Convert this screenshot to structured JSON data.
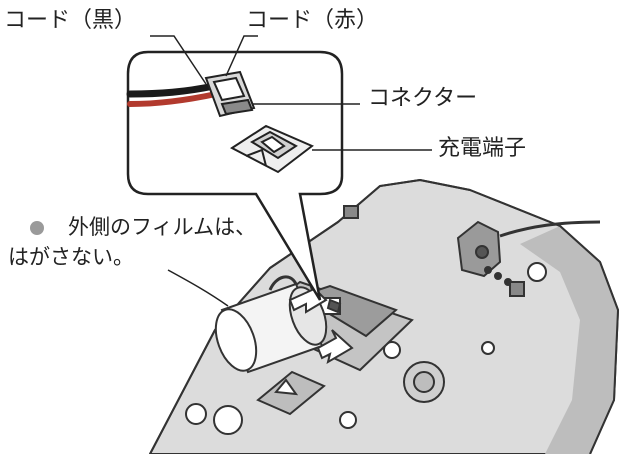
{
  "labels": {
    "cord_black": "コード（黒）",
    "cord_red": "コード（赤）",
    "connector": "コネクター",
    "charging_terminal": "充電端子"
  },
  "note": {
    "line1": "外側のフィルムは、",
    "line2": "はがさない。"
  },
  "colors": {
    "text": "#222222",
    "device_body": "#e2e2e2",
    "outline": "#333333",
    "bullet": "#9a9a9a",
    "cord_red": "#b23a2e",
    "cord_black": "#1a1a1a"
  }
}
